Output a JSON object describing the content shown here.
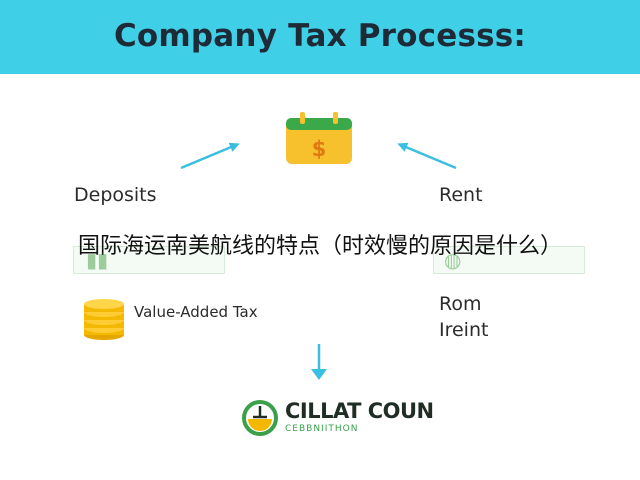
{
  "title": "Company Tax Processs:",
  "nodes": {
    "left_label": "Deposits",
    "right_label": "Rent",
    "vat_label": "Value-Added Tax",
    "rom_line1": "Rom",
    "rom_line2": "Ireint"
  },
  "calendar_symbol": "$",
  "overlay_text": "国际海运南美航线的特点（时效慢的原因是什么）",
  "logo": {
    "name": "CILLAT COUN",
    "subtitle": "CEBBNIITHON"
  },
  "colors": {
    "header": "#3fd0e8",
    "arrow": "#3bbfe0",
    "calendar_body": "#f6c12c",
    "calendar_top": "#3ba84a",
    "coin": "#f5b800",
    "logo_green": "#3aa14a"
  }
}
